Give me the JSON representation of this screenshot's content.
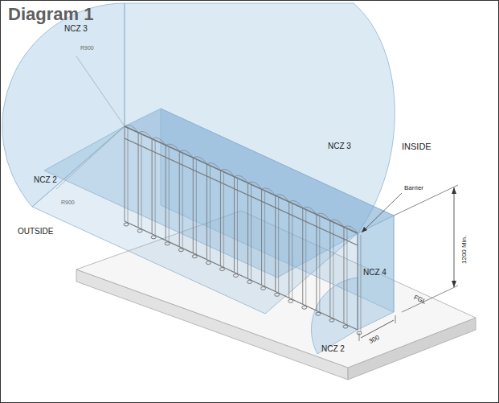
{
  "diagram": {
    "title": "Diagram 1",
    "labels": [
      "NCZ 3",
      "R900",
      "NCZ 2",
      "R900",
      "OUTSIDE",
      "NCZ 3",
      "INSIDE",
      "Barrier",
      "1200 Min.",
      "300",
      "NCZ 4",
      "FGL",
      "NCZ 2"
    ]
  }
}
